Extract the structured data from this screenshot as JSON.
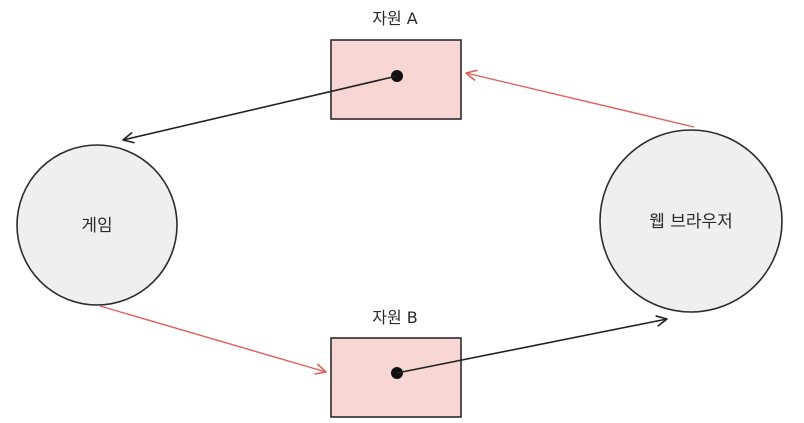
{
  "nodes": {
    "game": {
      "label": "게임"
    },
    "browser": {
      "label": "웹 브라우저"
    }
  },
  "resources": {
    "a": {
      "label": "자원 A"
    },
    "b": {
      "label": "자원 B"
    }
  },
  "colors": {
    "process_fill": "#efefef",
    "process_stroke": "#2b2b2b",
    "resource_fill": "#f8d6d3",
    "resource_stroke": "#2b2b2b",
    "held_edge": "#222222",
    "request_edge": "#e0605a"
  }
}
